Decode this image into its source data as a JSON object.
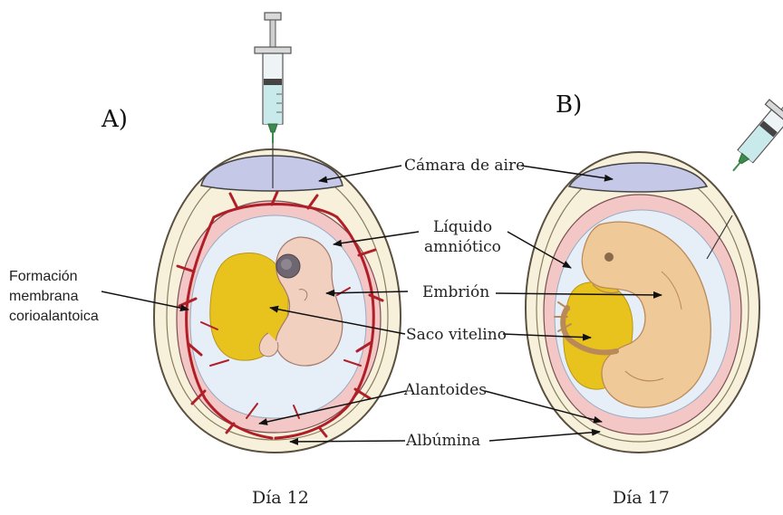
{
  "panels": [
    {
      "id": "A",
      "title": "A)",
      "day_label": "Día 12"
    },
    {
      "id": "B",
      "title": "B)",
      "day_label": "Día 17"
    }
  ],
  "labels": {
    "camara_de_aire": "Cámara de aire",
    "liquido_line1": "Líquido",
    "liquido_line2": "amniótico",
    "embrion": "Embrión",
    "saco_vitelino": "Saco vitelino",
    "alantoides": "Alantoides",
    "albumina": "Albúmina",
    "formacion_line1": "Formación",
    "formacion_line2": "membrana",
    "formacion_line3": "corioalantoica"
  },
  "colors": {
    "shell": "#f7f1dc",
    "shell_stroke": "#5a5040",
    "air_cell": "#c5c8e6",
    "allantois": "#f3c7c5",
    "amniotic_fluid": "#e6eef8",
    "yolk": "#e8c31e",
    "embryo_skin": "#f2d0c0",
    "chick_body": "#f0c998",
    "vessels": "#b01e28",
    "syringe_fluid": "#c8eaea",
    "needle": "#3d8a4e"
  }
}
